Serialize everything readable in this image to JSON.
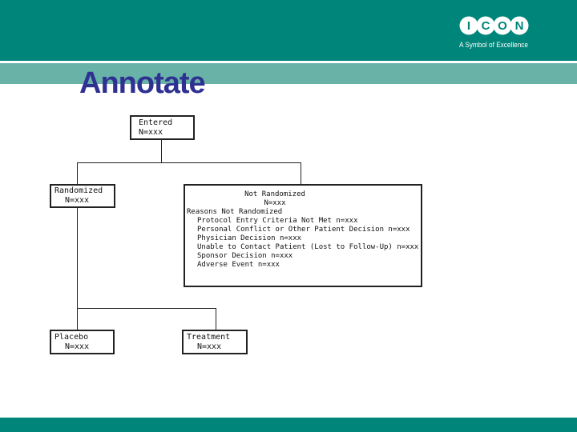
{
  "slide": {
    "title": "Annotate"
  },
  "logo": {
    "letters": [
      "I",
      "C",
      "O",
      "N"
    ],
    "tagline": "A Symbol of Excellence"
  },
  "colors": {
    "teal_band": "#00857A",
    "light_teal_band": "#68B2A7",
    "title_blue": "#2E3192",
    "line_color": "#222222"
  },
  "flowchart": {
    "entered": {
      "label": "Entered",
      "count": "N=xxx"
    },
    "randomized": {
      "label": "Randomized",
      "count": "N=xxx"
    },
    "not_randomized": {
      "label": "Not Randomized",
      "count": "N=xxx",
      "reasons_title": "Reasons Not Randomized",
      "reasons": [
        "Protocol Entry Criteria Not Met n=xxx",
        "Personal Conflict or Other Patient Decision n=xxx",
        "Physician Decision n=xxx",
        "Unable to Contact Patient (Lost to Follow-Up) n=xxx",
        "Sponsor Decision n=xxx",
        "Adverse Event n=xxx"
      ]
    },
    "placebo": {
      "label": "Placebo",
      "count": "N=xxx"
    },
    "treatment": {
      "label": "Treatment",
      "count": "N=xxx"
    }
  }
}
